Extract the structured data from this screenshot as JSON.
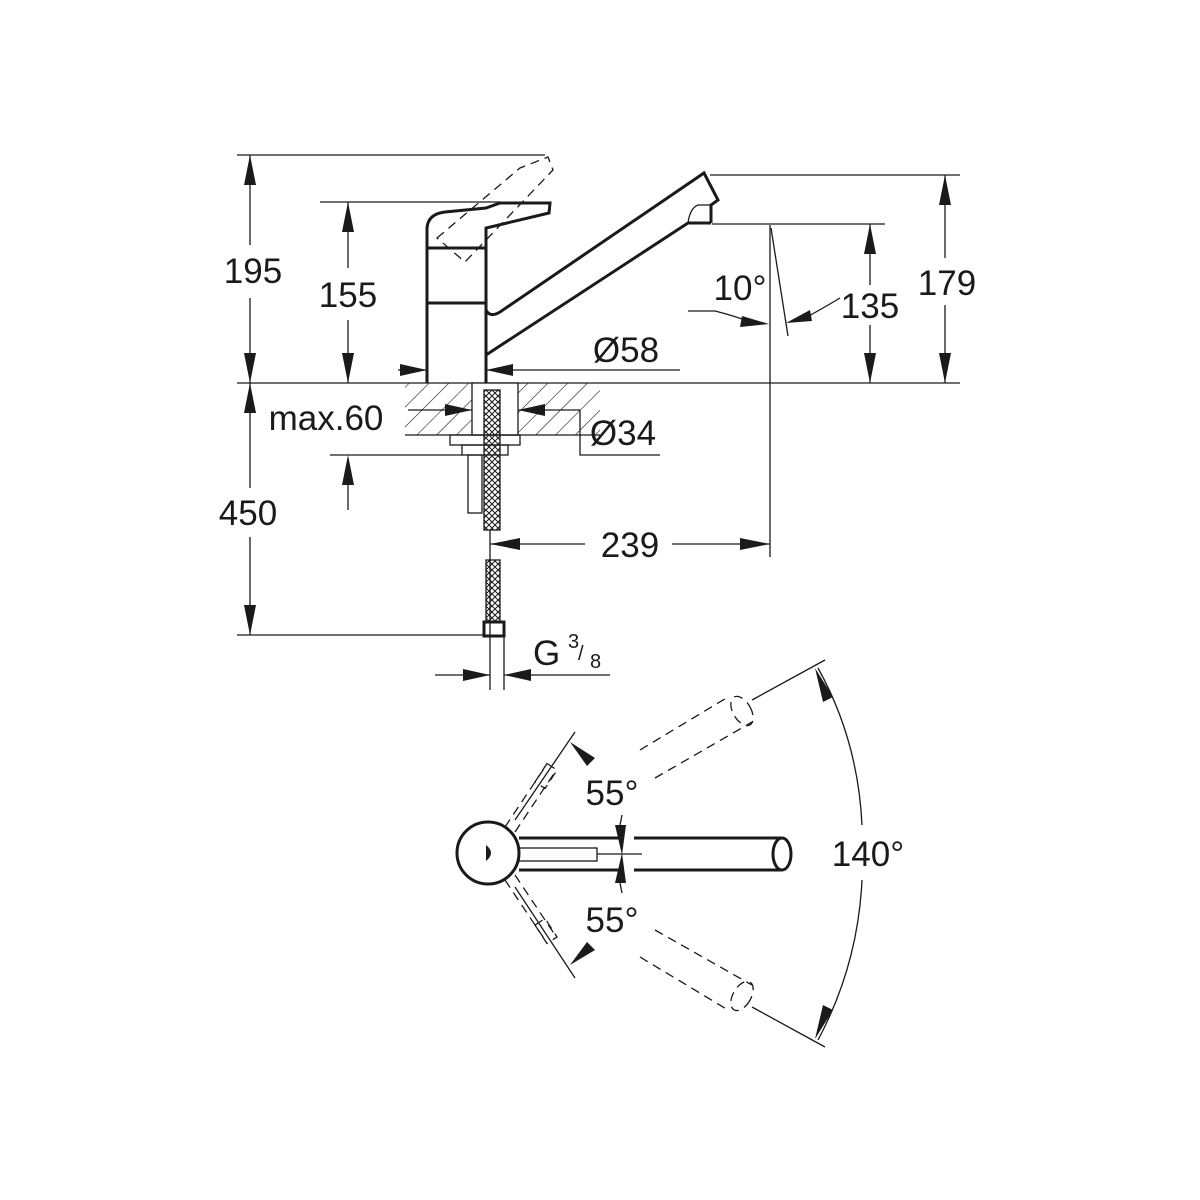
{
  "dimensions": {
    "height_lever_up": "195",
    "height_lever": "155",
    "spout_height": "179",
    "outlet_height": "135",
    "spout_angle": "10°",
    "base_diameter": "Ø58",
    "hole_diameter": "Ø34",
    "max_counter_thickness": "max.60",
    "hose_length": "450",
    "reach": "239",
    "connection_thread": "G",
    "thread_numerator": "3",
    "thread_denominator": "8",
    "lever_angle_up": "55°",
    "lever_angle_down": "55°",
    "swivel_angle": "140°"
  }
}
